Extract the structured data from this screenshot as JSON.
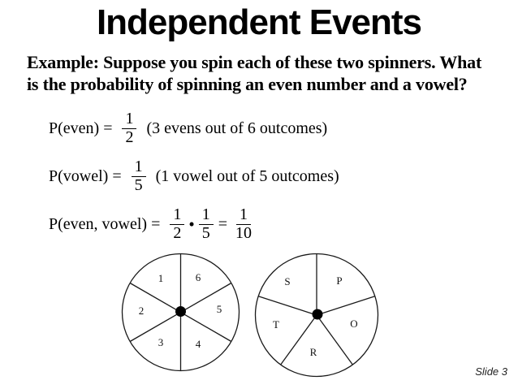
{
  "slide": {
    "title": "Independent Events",
    "slide_number": "Slide 3"
  },
  "colors": {
    "background": "#ffffff",
    "text": "#000000"
  },
  "example": {
    "line1": "Example: Suppose you spin each of these two spinners.  What",
    "line2": "is the probability of spinning an even number and a vowel?"
  },
  "formulas": [
    {
      "lhs": "P(even) =",
      "fraction": {
        "num": "1",
        "den": "2"
      },
      "note": "(3 evens out of 6 outcomes)"
    },
    {
      "lhs": "P(vowel) =",
      "fraction": {
        "num": "1",
        "den": "5"
      },
      "note": "(1 vowel out of 5 outcomes)"
    },
    {
      "lhs": "P(even, vowel) =",
      "fraction1": {
        "num": "1",
        "den": "2"
      },
      "operator": "•",
      "fraction2": {
        "num": "1",
        "den": "5"
      },
      "equals": "=",
      "result": {
        "num": "1",
        "den": "10"
      }
    }
  ],
  "spinners": {
    "number_spinner": {
      "sector_count": 6,
      "labels": [
        "1",
        "2",
        "3",
        "4",
        "5",
        "6"
      ]
    },
    "letter_spinner": {
      "sector_count": 5,
      "labels": [
        "S",
        "P",
        "T",
        "R",
        "O"
      ]
    }
  }
}
